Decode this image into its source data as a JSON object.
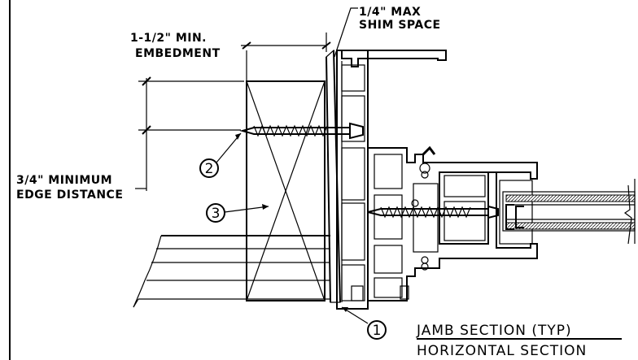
{
  "labels": {
    "shim_line1": "1/4\" MAX",
    "shim_line2": "SHIM SPACE",
    "embed_line1": "1-1/2\" MIN.",
    "embed_line2": "EMBEDMENT",
    "edge_line1": "3/4\" MINIMUM",
    "edge_line2": "EDGE DISTANCE"
  },
  "callouts": [
    "1",
    "2",
    "3"
  ],
  "title": {
    "line1": "JAMB SECTION (TYP)",
    "line2": "HORIZONTAL SECTION"
  }
}
